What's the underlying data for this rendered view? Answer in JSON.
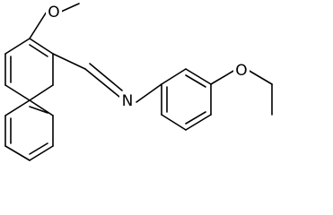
{
  "diagram": {
    "type": "chemical-structure",
    "atoms": {
      "nitrogen": "N",
      "oxygen_methoxy": "O",
      "oxygen_ethoxy": "O"
    },
    "colors": {
      "bond": "#000000",
      "label": "#000000",
      "background": "#ffffff"
    }
  }
}
